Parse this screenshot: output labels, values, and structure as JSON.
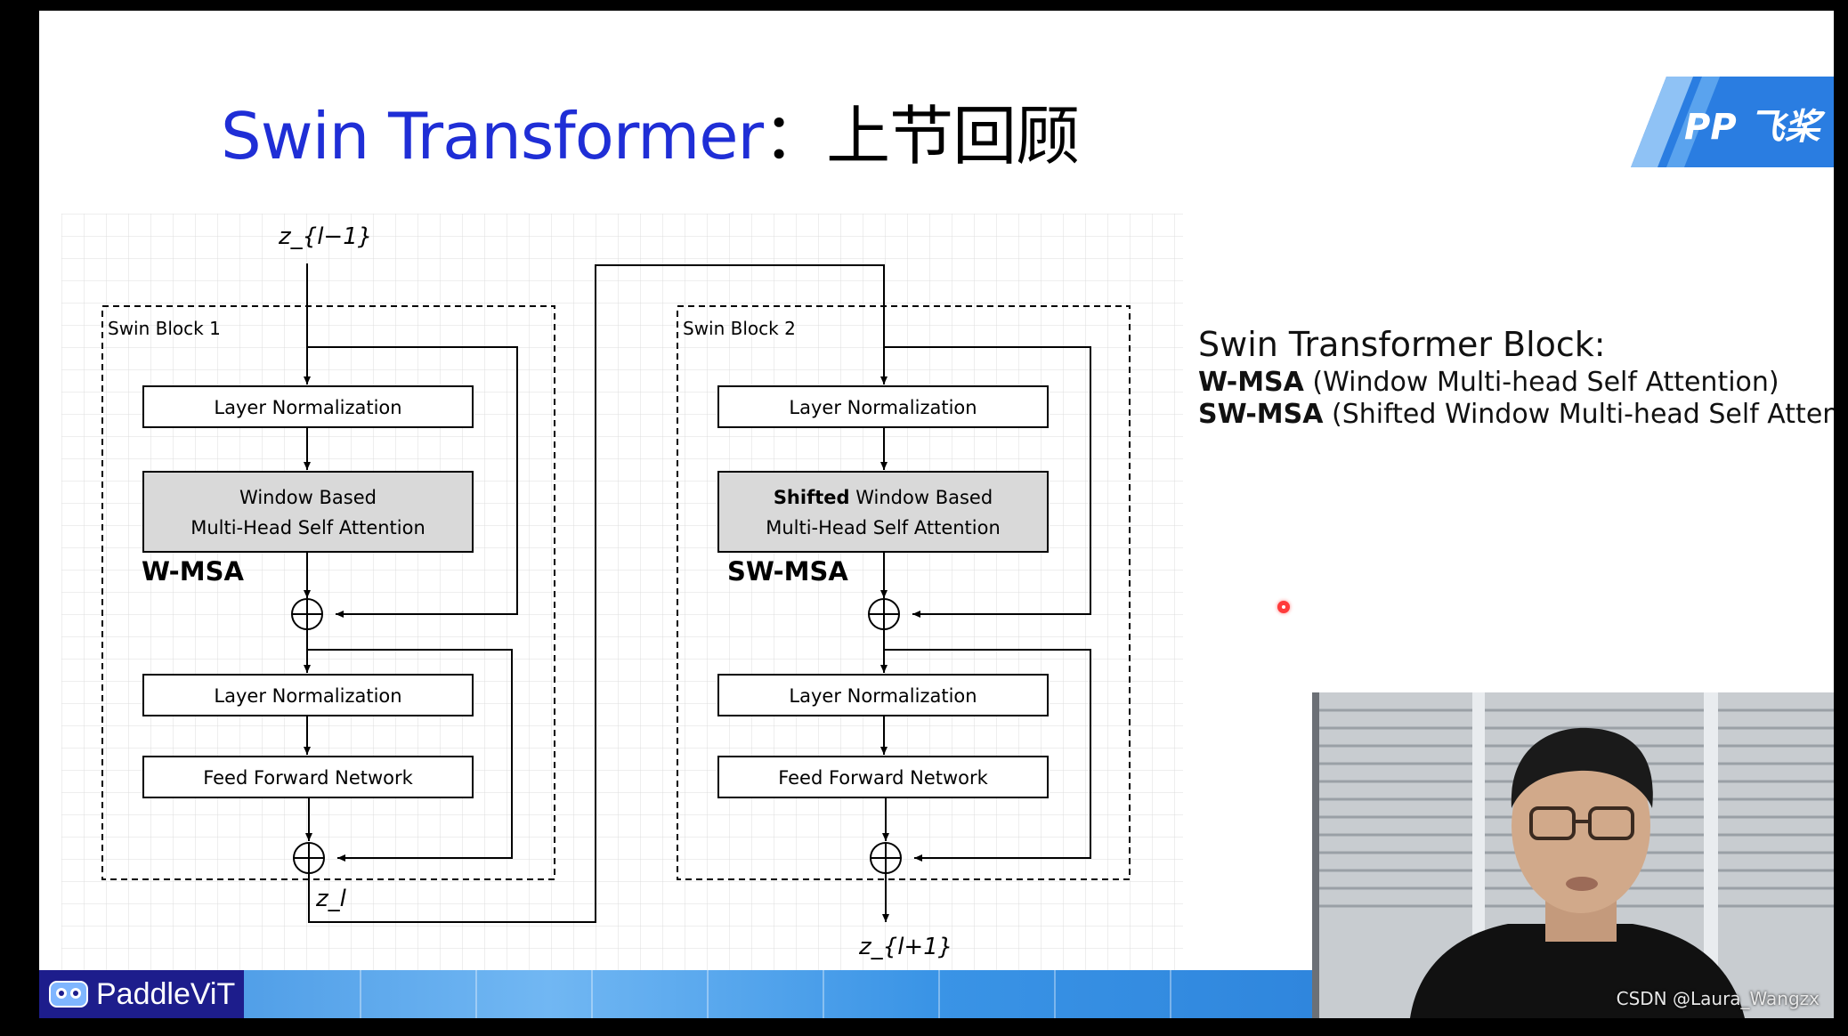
{
  "slide": {
    "title_en": "Swin Transformer",
    "title_sep": "：",
    "title_cn": "上节回顾",
    "logo_text": "飞桨",
    "logo_mark": "PP"
  },
  "diagram": {
    "input_label": "z_{l−1}",
    "mid_label": "z_l",
    "output_label": "z_{l+1}",
    "block1": {
      "name": "Swin Block 1",
      "ln1": "Layer Normalization",
      "attn_line1": "Window Based",
      "attn_line2": "Multi-Head Self Attention",
      "tag": "W-MSA",
      "ln2": "Layer Normalization",
      "ffn": "Feed Forward Network"
    },
    "block2": {
      "name": "Swin Block 2",
      "ln1": "Layer Normalization",
      "attn_line1_bold": "Shifted",
      "attn_line1_rest": " Window Based",
      "attn_line2": "Multi-Head Self Attention",
      "tag": "SW-MSA",
      "ln2": "Layer Normalization",
      "ffn": "Feed Forward Network"
    }
  },
  "description": {
    "heading": "Swin Transformer Block:",
    "line1_abbr": "W-MSA",
    "line1_text": " (Window Multi-head Self Attention)",
    "line2_abbr": "SW-MSA",
    "line2_text": " (Shifted Window Multi-head Self Attention)"
  },
  "footer": {
    "brand": "PaddleViT",
    "watermark": "CSDN @Laura_Wangzx"
  },
  "colors": {
    "title_blue": "#1f2ed6",
    "attention_fill": "#d9d9d9",
    "logo_blue": "#2a7de1",
    "band_blue": "#3c8fe0",
    "badge_navy": "#1d1d8c"
  }
}
